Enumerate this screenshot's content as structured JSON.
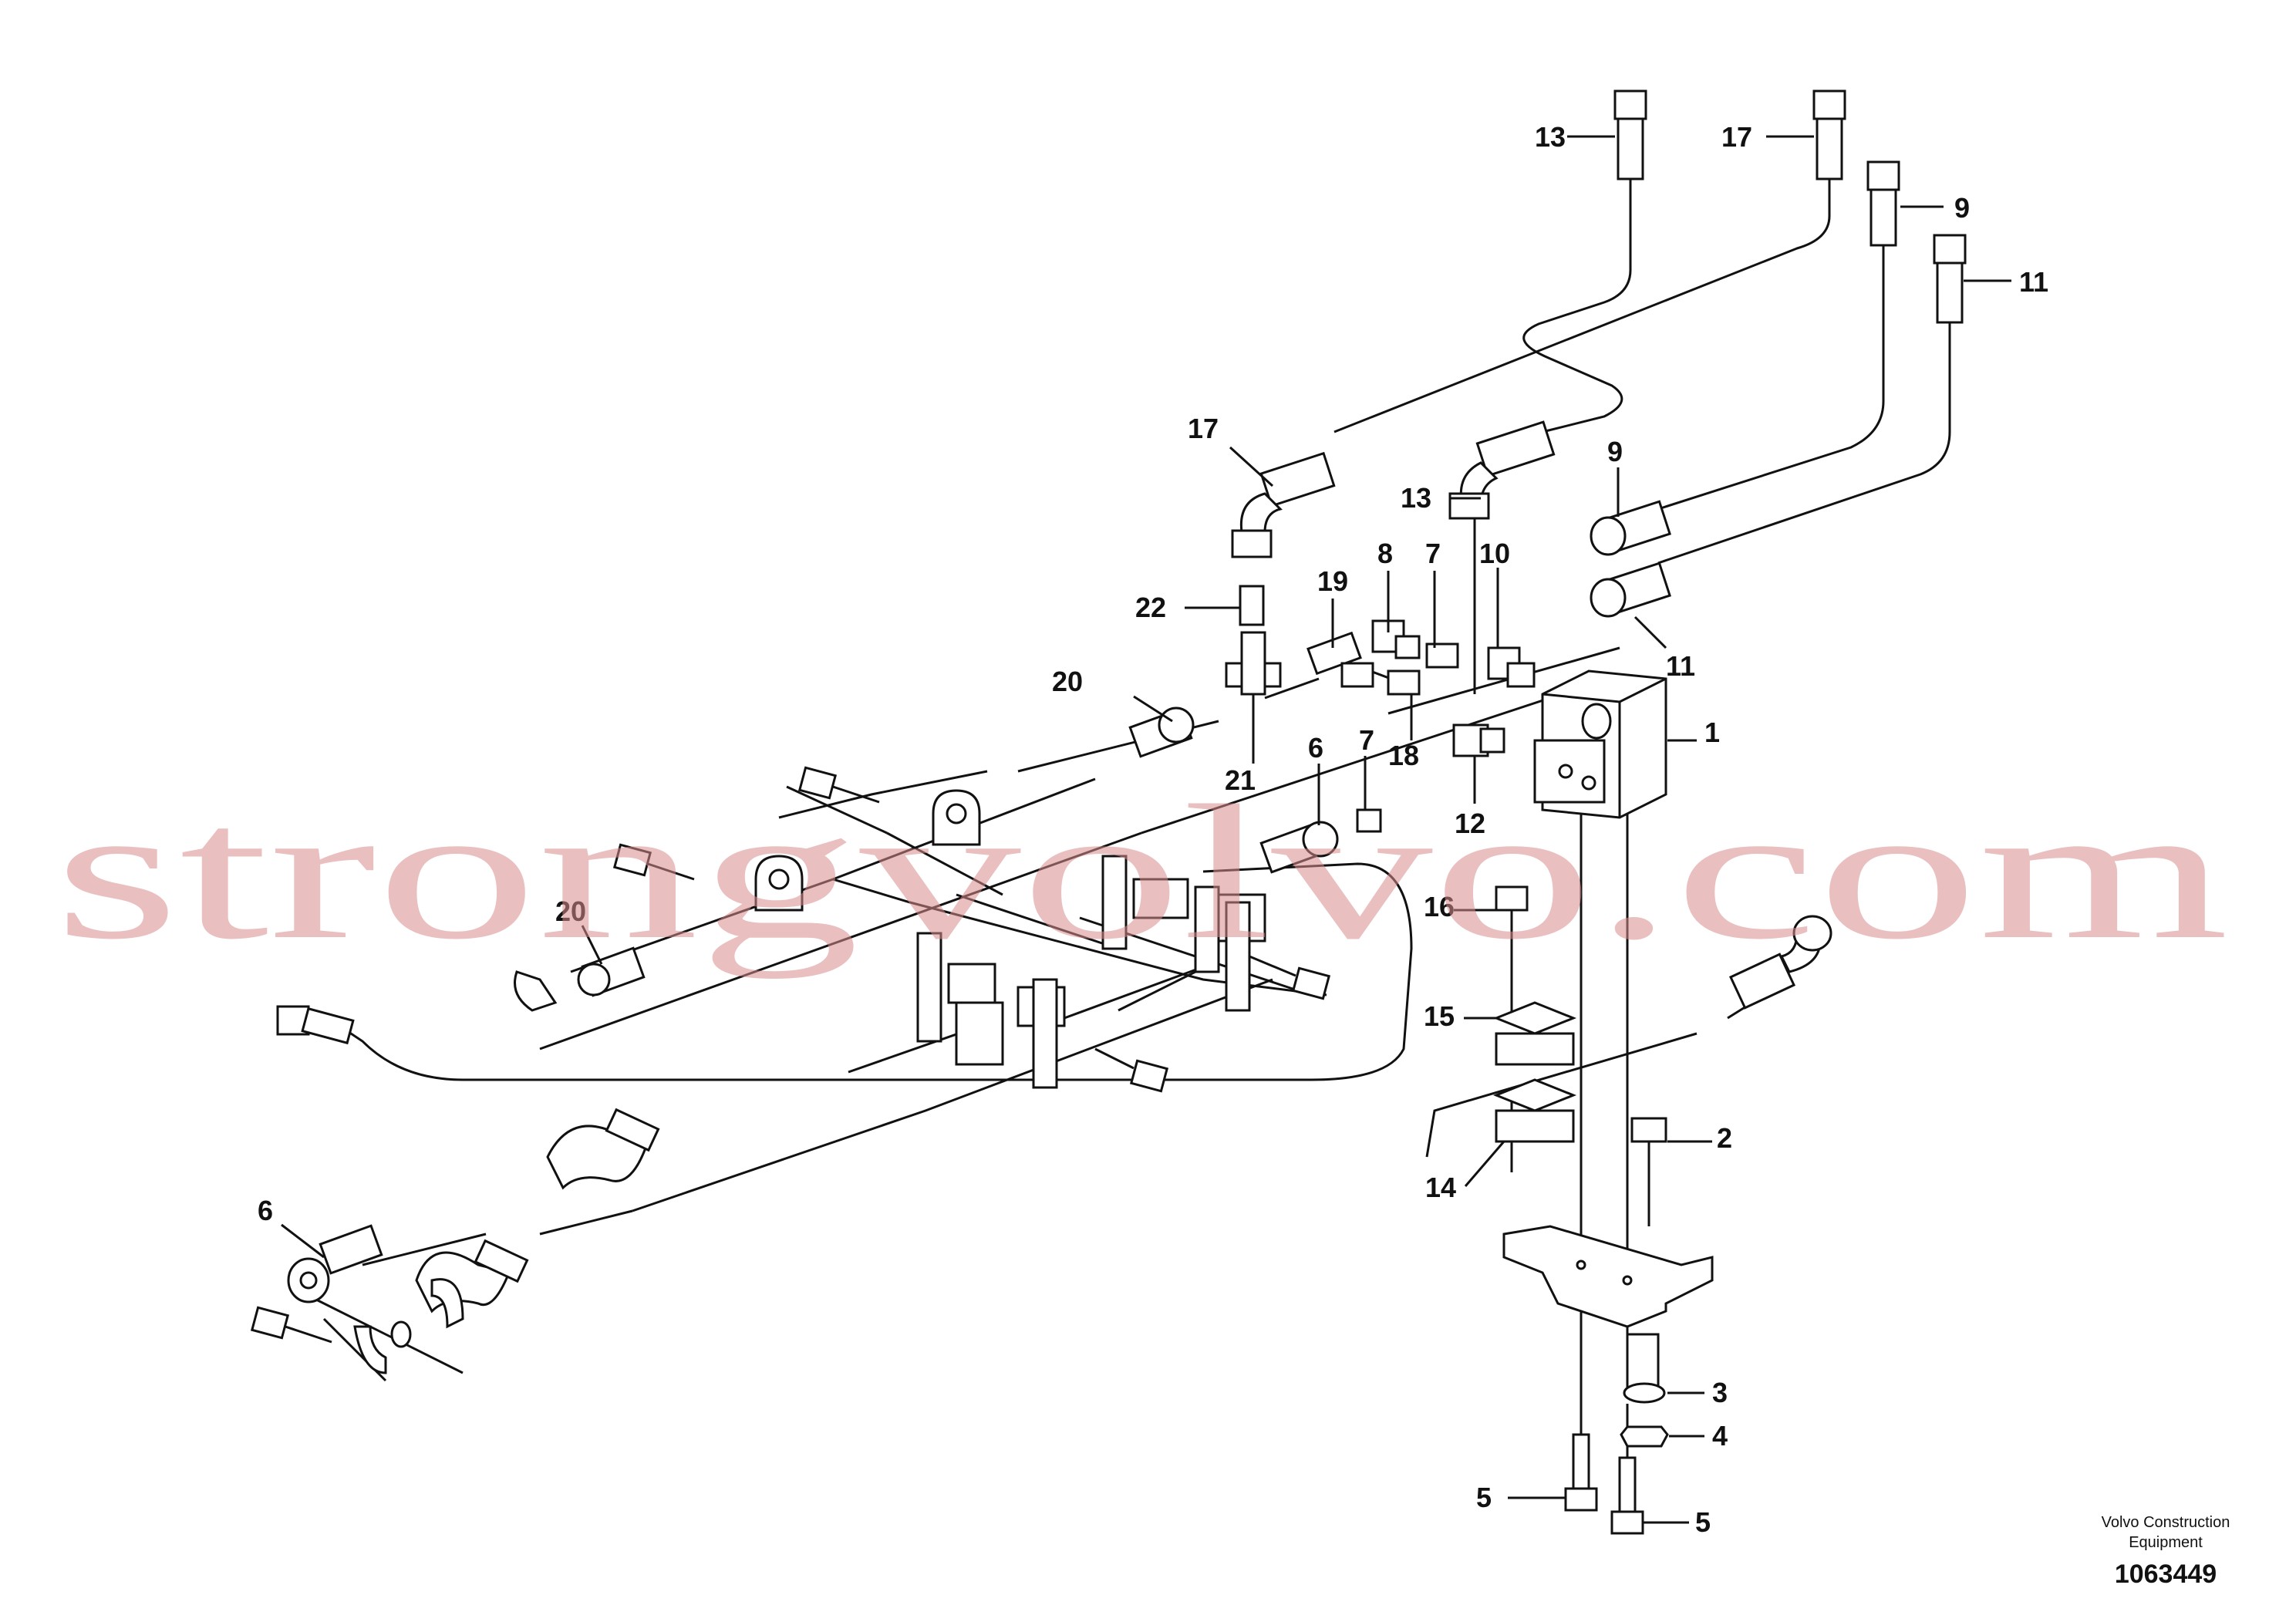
{
  "watermark": "strongvolvo.com",
  "credit": {
    "line1": "Volvo Construction",
    "line2": "Equipment"
  },
  "doc_number": "1063449",
  "labels": [
    "13",
    "17",
    "9",
    "11",
    "17",
    "13",
    "9",
    "8",
    "7",
    "10",
    "19",
    "22",
    "11",
    "20",
    "21",
    "18",
    "1",
    "6",
    "7",
    "12",
    "16",
    "20",
    "15",
    "2",
    "14",
    "6",
    "3",
    "4",
    "5",
    "5"
  ]
}
